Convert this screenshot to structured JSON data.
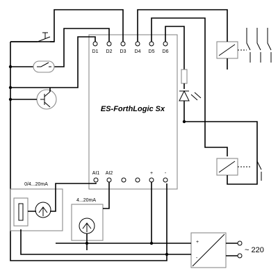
{
  "module": {
    "title": "ES-ForthLogic Sx",
    "digital_pins": [
      "D1",
      "D2",
      "D3",
      "D4",
      "D5",
      "D6"
    ],
    "analog_pins": [
      "AI1",
      "AI2"
    ],
    "power_pins": [
      "+",
      "-"
    ]
  },
  "sensors": {
    "current_loop_1_label": "0/4...20mA",
    "current_loop_2_label": "4...20mA"
  },
  "power_supply": {
    "plus_label": "+",
    "minus_label": "-",
    "mains_label": "~ 220"
  }
}
